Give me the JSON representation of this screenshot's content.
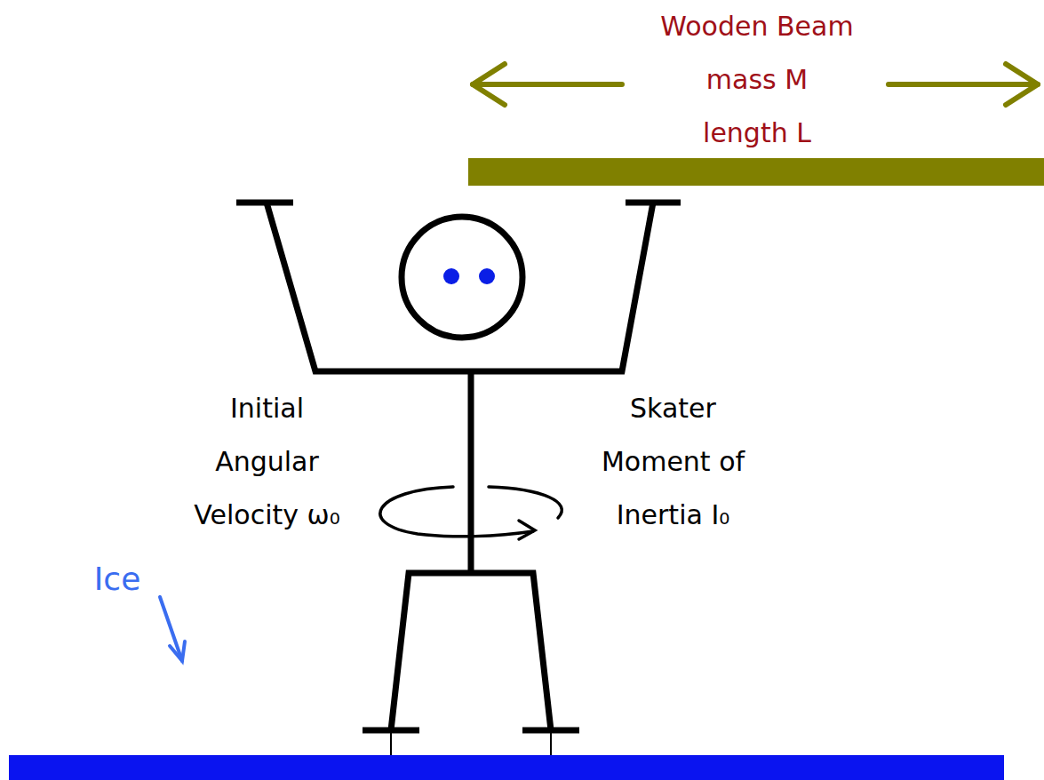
{
  "diagram": {
    "labels": [
      "Wooden Beam",
      "mass M",
      "length L",
      "Initial Angular Velocity ω₀",
      "Skater Moment of Inertia I₀",
      "Ice"
    ]
  }
}
